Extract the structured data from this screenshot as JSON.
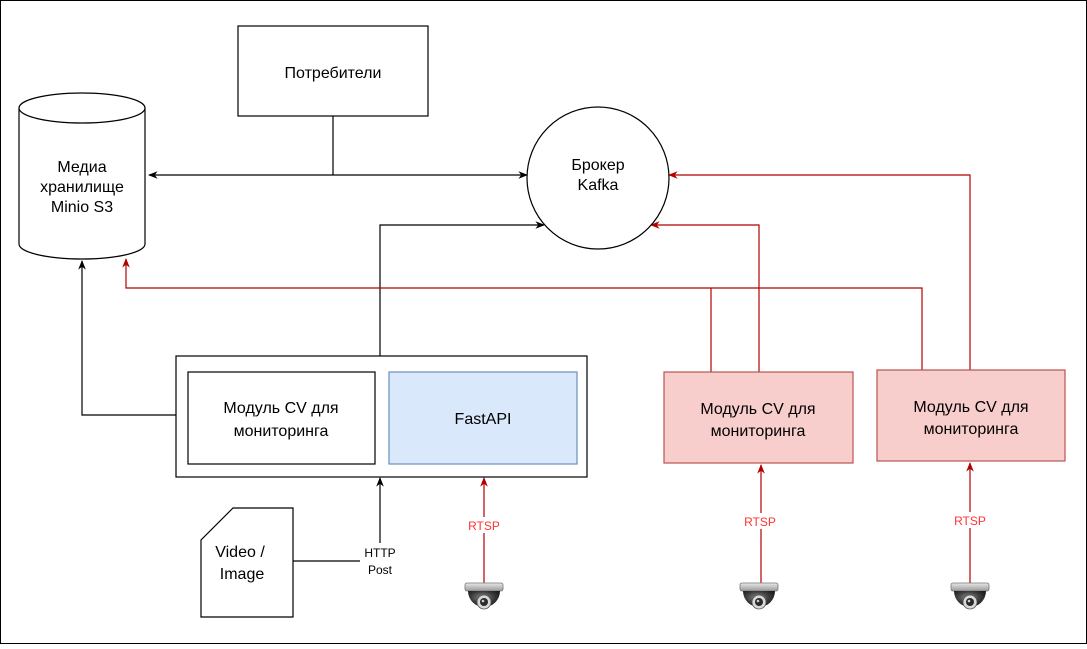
{
  "colors": {
    "line": "#000000",
    "red_line": "#b20000",
    "red_fill": "#f8cecc",
    "red_stroke": "#b85450",
    "blue_fill": "#dae8fc",
    "blue_stroke": "#6c8ebf",
    "rtsp_text": "#ff3333"
  },
  "nodes": {
    "consumers": "Потребители",
    "storage": [
      "Медиа",
      "хранилище",
      "Minio S3"
    ],
    "broker": [
      "Брокер",
      "Kafka"
    ],
    "cv_module_main": [
      "Модуль CV для",
      "мониторинга"
    ],
    "fastapi": "FastAPI",
    "cv_module_2": [
      "Модуль CV для",
      "мониторинга"
    ],
    "cv_module_3": [
      "Модуль CV для",
      "мониторинга"
    ],
    "video_image": [
      "Video /",
      "Image"
    ]
  },
  "edge_labels": {
    "http_post": [
      "HTTP",
      "Post"
    ],
    "rtsp_1": "RTSP",
    "rtsp_2": "RTSP",
    "rtsp_3": "RTSP"
  },
  "icons": [
    "camera-icon",
    "camera-icon",
    "camera-icon"
  ]
}
